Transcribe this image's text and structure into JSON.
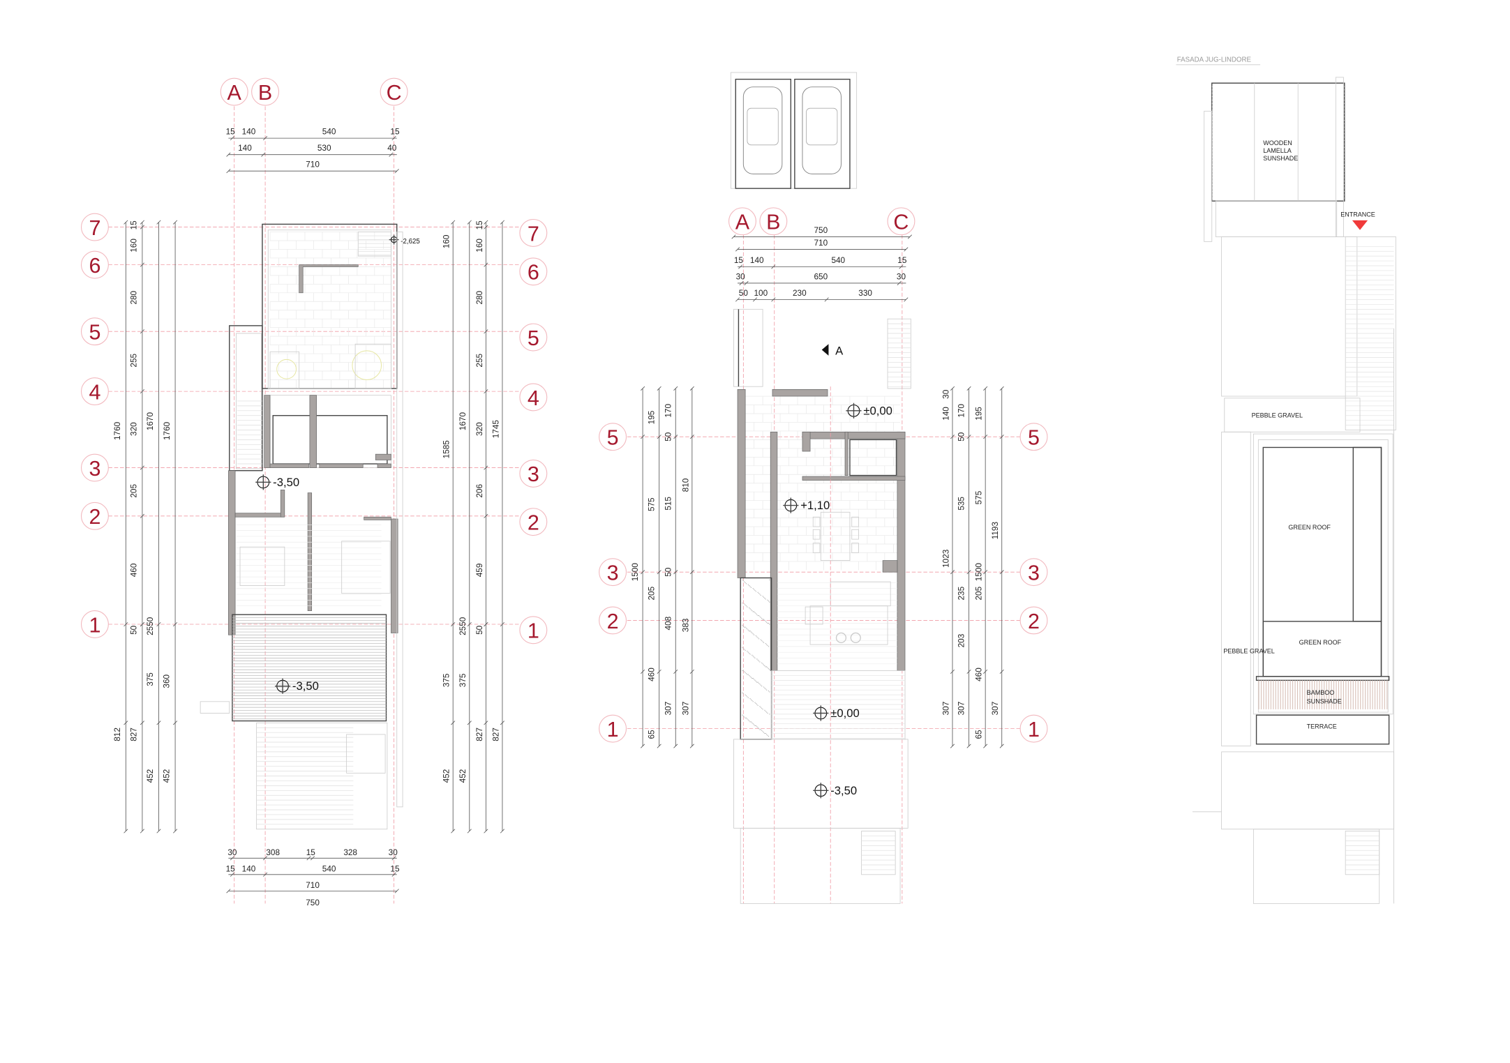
{
  "sheet_title": "FASADA JUG-LINDORE",
  "grid": {
    "columns": [
      "A",
      "B",
      "C"
    ],
    "rows_lower": [
      "7",
      "6",
      "5",
      "4",
      "3",
      "2",
      "1"
    ],
    "rows_ground": [
      "5",
      "3",
      "2",
      "1"
    ]
  },
  "plan_lower": {
    "levels": [
      "-3,50",
      "-3,50",
      "-2,625"
    ],
    "dim_top": [
      "15",
      "140",
      "540",
      "15",
      "140",
      "530",
      "40",
      "710"
    ],
    "dim_left": [
      "1760",
      "812",
      "15",
      "160",
      "280",
      "255",
      "320",
      "205",
      "460",
      "50",
      "827",
      "1670",
      "2550",
      "375",
      "452",
      "1760",
      "360",
      "452"
    ],
    "dim_right": [
      "160",
      "1585",
      "375",
      "452",
      "1670",
      "2550",
      "375",
      "452",
      "15",
      "160",
      "280",
      "255",
      "320",
      "206",
      "459",
      "50",
      "827",
      "1745",
      "827"
    ],
    "dim_bottom": [
      "30",
      "308",
      "15",
      "328",
      "30",
      "15",
      "140",
      "540",
      "15",
      "710",
      "750"
    ]
  },
  "plan_ground": {
    "levels": [
      "±0,00",
      "+1,10",
      "±0,00",
      "-3,50"
    ],
    "section_marker": "A",
    "dim_top": [
      "750",
      "710",
      "15",
      "140",
      "540",
      "15",
      "30",
      "650",
      "30",
      "50",
      "100",
      "230",
      "330"
    ],
    "dim_left": [
      "1500",
      "195",
      "575",
      "205",
      "460",
      "65",
      "170",
      "50",
      "515",
      "50",
      "408",
      "307",
      "810",
      "383",
      "307"
    ],
    "dim_right": [
      "30",
      "140",
      "1023",
      "307",
      "170",
      "50",
      "535",
      "235",
      "203",
      "307",
      "195",
      "575",
      "1500",
      "205",
      "460",
      "65",
      "1193",
      "307"
    ]
  },
  "roof_plan": {
    "sunshade_label": [
      "WOODEN",
      "LAMELLA",
      "SUNSHADE"
    ],
    "entrance_label": "ENTRANCE",
    "pebble_top": "PEBBLE GRAVEL",
    "green_roof_1": "GREEN ROOF",
    "green_roof_2": "GREEN ROOF",
    "pebble_side": "PEBBLE GRAVEL",
    "bamboo_label": [
      "BAMBOO",
      "SUNSHADE"
    ],
    "terrace_label": "TERRACE"
  },
  "colors": {
    "grid_red": "#a5192e",
    "lamella": "#f5e3d3",
    "bamboo": "#e6bf95",
    "entrance_marker": "#f03a3a"
  }
}
